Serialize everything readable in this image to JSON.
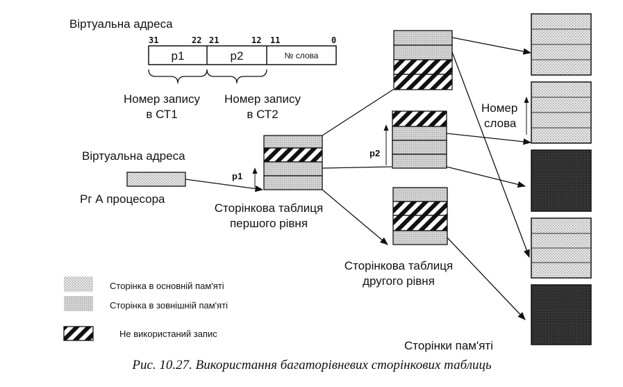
{
  "virtual_address_top": "Віртуальна адреса",
  "bit_31": "31",
  "bit_22": "22",
  "bit_21": "21",
  "bit_12": "12",
  "bit_11": "11",
  "bit_0": "0",
  "field_p1": "p1",
  "field_p2": "p2",
  "field_word": "№ слова",
  "record_st1_line1": "Номер запису",
  "record_st1_line2": "в СТ1",
  "record_st2_line1": "Номер запису",
  "record_st2_line2": "в СТ2",
  "virtual_address_left": "Віртуальна адреса",
  "register_label": "Рг А процесора",
  "p1_mark": "p1",
  "p2_mark": "p2",
  "first_level_line1": "Сторінкова таблиця",
  "first_level_line2": "першого рівня",
  "second_level_line1": "Сторінкова таблиця",
  "second_level_line2": "другого рівня",
  "word_number_line1": "Номер",
  "word_number_line2": "слова",
  "memory_pages": "Сторінки пам'яті",
  "legend": [
    {
      "label": "Сторінка в основній пам'яті"
    },
    {
      "label": "Сторінка в зовнішній пам'яті"
    },
    {
      "label": "Не використаний запис"
    }
  ],
  "caption": "Рис. 10.27. Використання багаторівневих сторінкових таблиць"
}
